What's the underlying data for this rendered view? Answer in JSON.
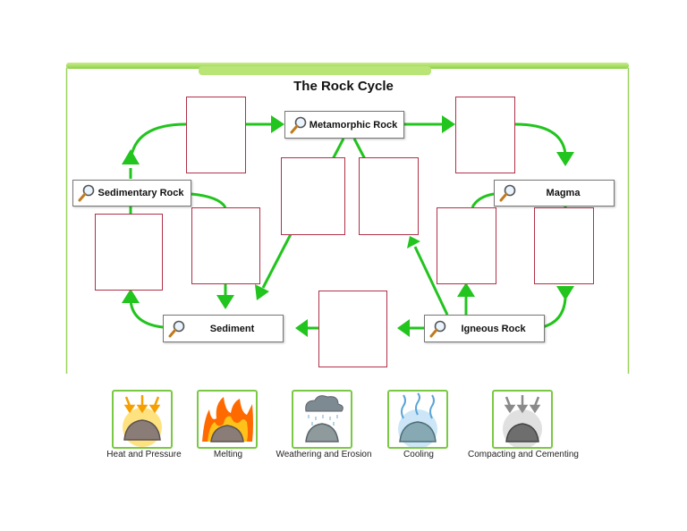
{
  "title": "The Rock Cycle",
  "nodes": {
    "metamorphic": "Metamorphic Rock",
    "sedimentary": "Sedimentary Rock",
    "magma": "Magma",
    "sediment": "Sediment",
    "igneous": "Igneous Rock"
  },
  "tools": [
    {
      "label": "Heat and Pressure",
      "icon": "heat-pressure-icon"
    },
    {
      "label": "Melting",
      "icon": "melting-icon"
    },
    {
      "label": "Weathering and Erosion",
      "icon": "weathering-erosion-icon"
    },
    {
      "label": "Cooling",
      "icon": "cooling-icon"
    },
    {
      "label": "Compacting and Cementing",
      "icon": "compacting-cementing-icon"
    }
  ],
  "colors": {
    "accent_green": "#22c41e",
    "frame_green": "#8ed048",
    "slot_border": "#b03048",
    "rock_brown": "#8a7d78"
  }
}
